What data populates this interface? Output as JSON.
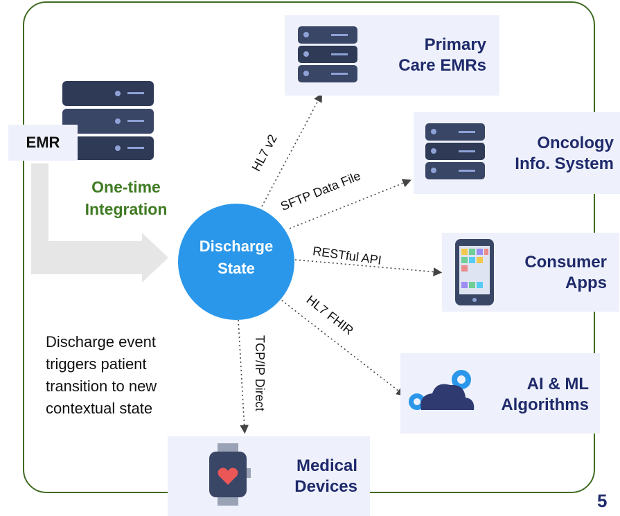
{
  "emr": {
    "label": "EMR"
  },
  "integration": {
    "line1": "One-time",
    "line2": "Integration"
  },
  "center": {
    "line1": "Discharge",
    "line2": "State"
  },
  "description": {
    "line1": "Discharge event",
    "line2": "triggers patient",
    "line3": "transition to new",
    "line4": "contextual state"
  },
  "targets": {
    "primary_care": {
      "line1": "Primary",
      "line2": "Care EMRs",
      "icon": "server-icon"
    },
    "oncology": {
      "line1": "Oncology",
      "line2": "Info. System",
      "icon": "server-icon"
    },
    "consumer": {
      "line1": "Consumer",
      "line2": "Apps",
      "icon": "phone-icon"
    },
    "ai_ml": {
      "line1": "AI & ML",
      "line2": "Algorithms",
      "icon": "cloud-gears-icon"
    },
    "medical": {
      "line1": "Medical",
      "line2": "Devices",
      "icon": "smartwatch-icon"
    }
  },
  "edges": {
    "hl7_v2": "HL7 v2",
    "sftp": "SFTP Data File",
    "restful": "RESTful API",
    "fhir": "HL7 FHIR",
    "tcpip": "TCP/IP Direct"
  },
  "page_number": "5",
  "colors": {
    "frame": "#3f6b22",
    "circle": "#2a97ea",
    "integration_text": "#3f7a22",
    "label_text": "#1f2a6b",
    "box_bg": "#eef1fb",
    "arrow": "#e6e6e6"
  }
}
